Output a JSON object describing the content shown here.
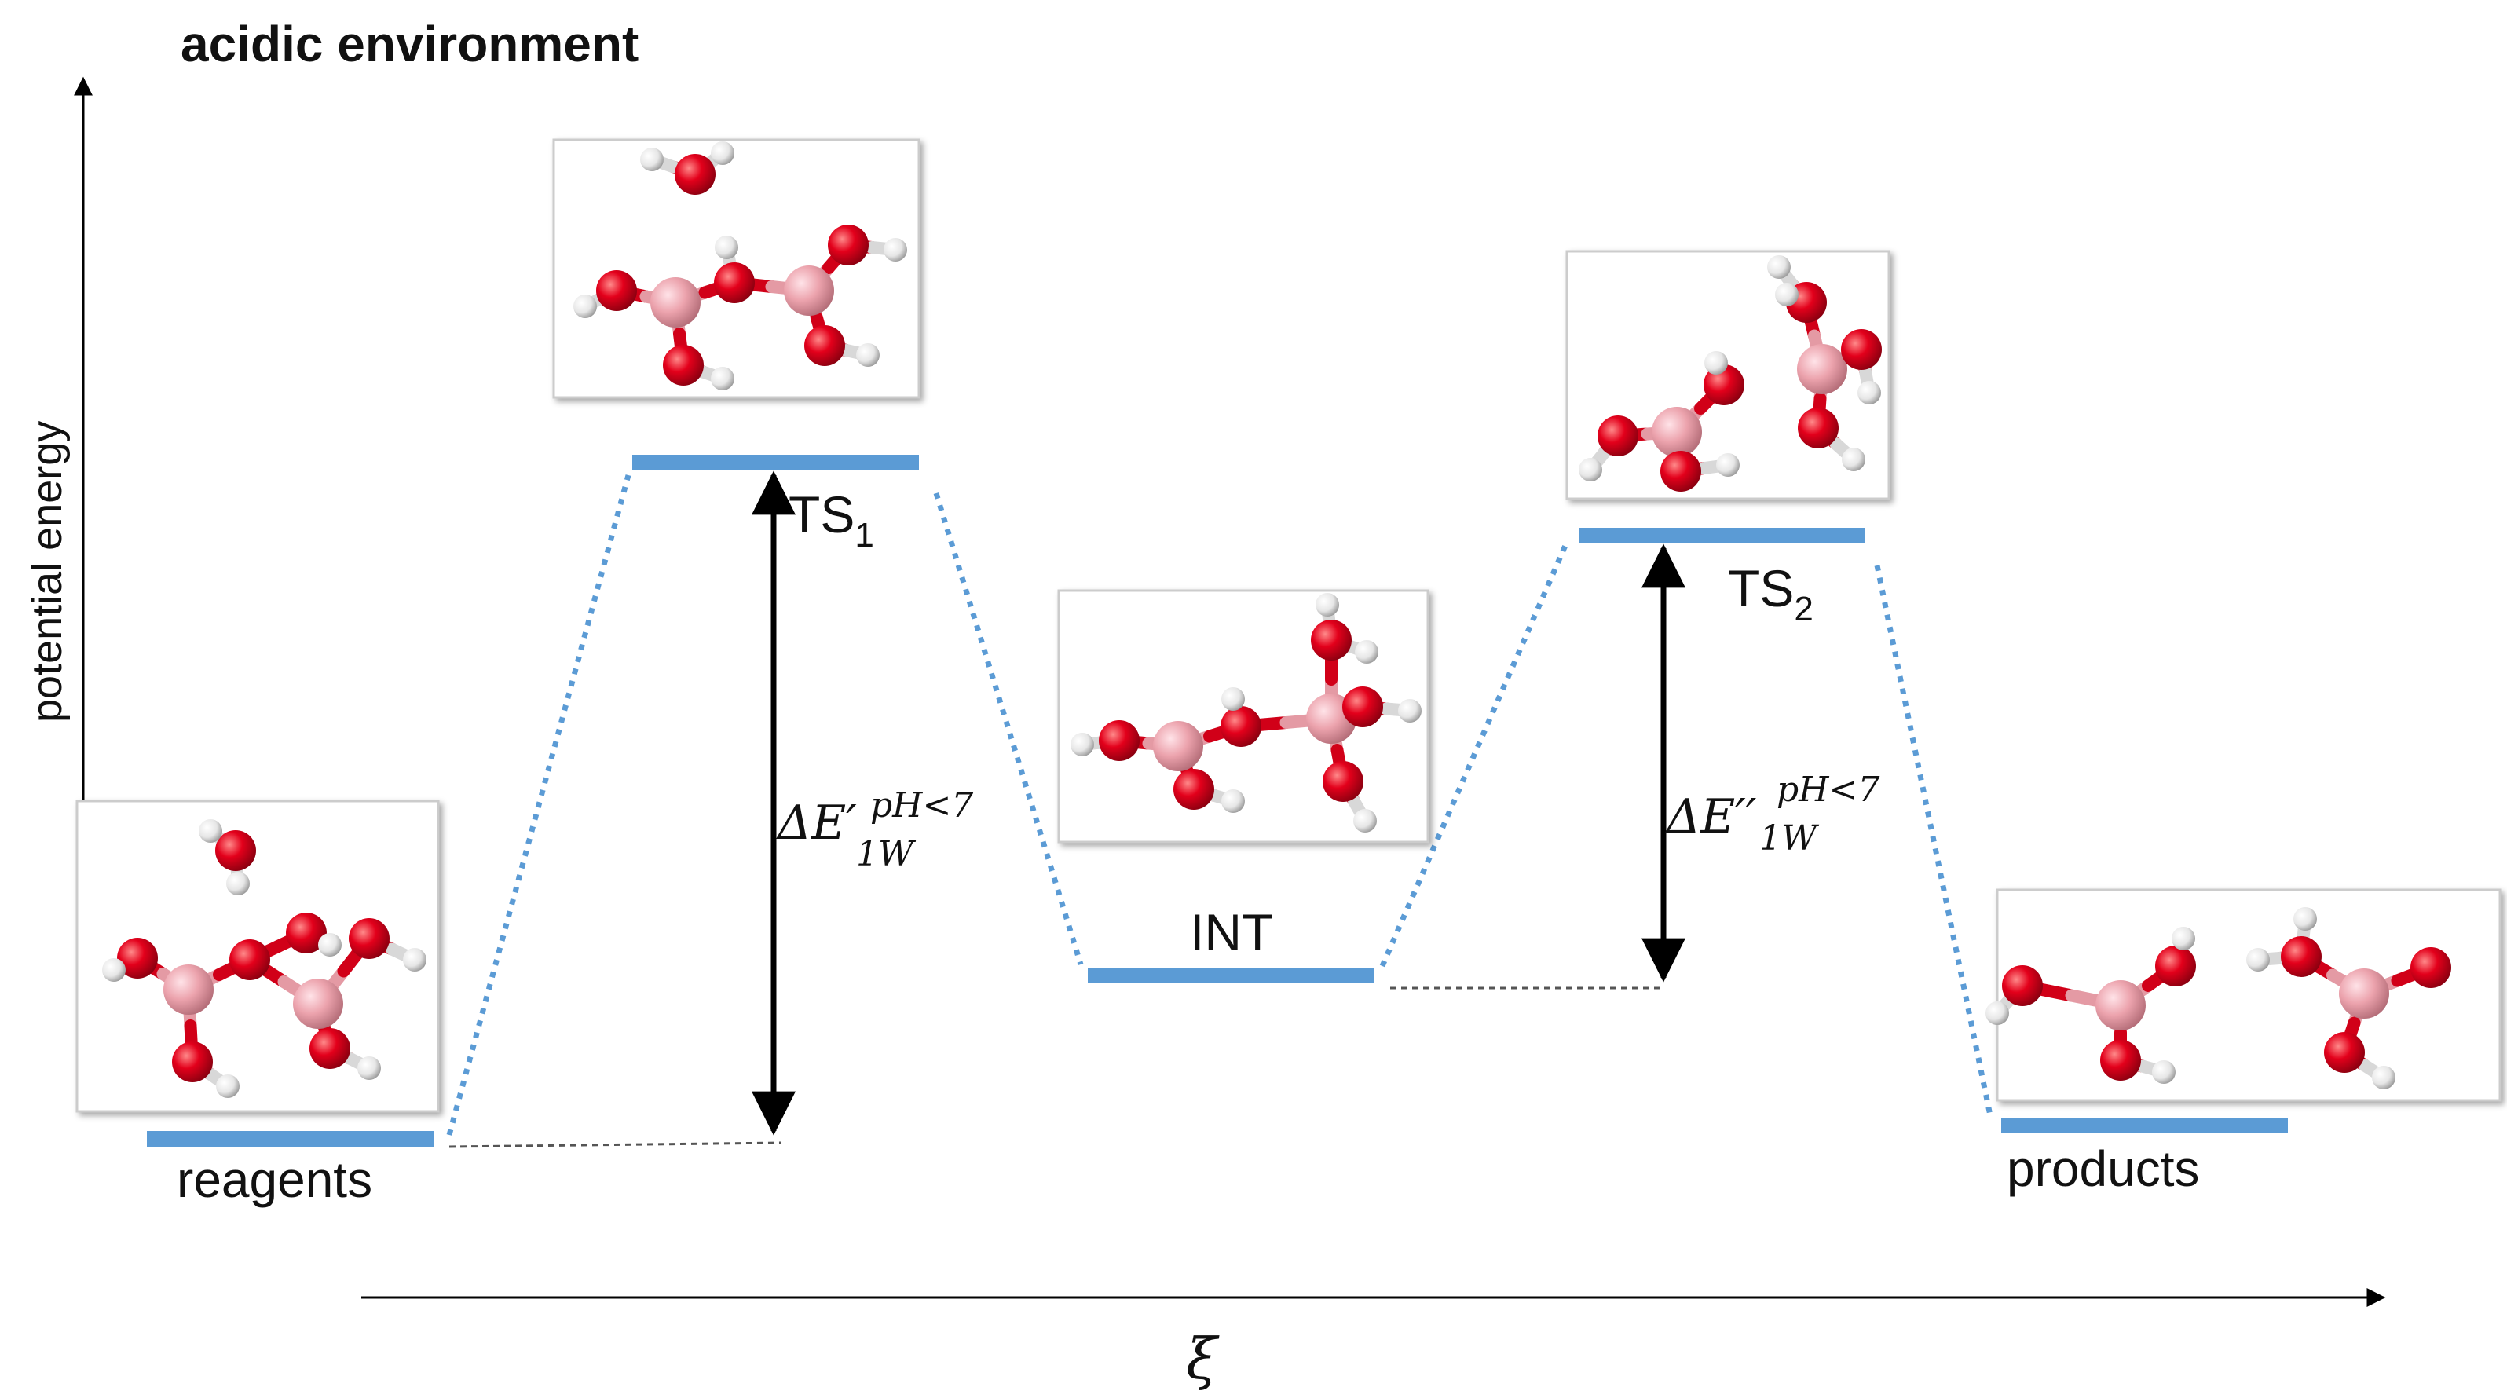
{
  "title": "acidic environment",
  "y_axis_label": "potential energy",
  "x_axis_label": "ξ",
  "states": {
    "reagents": "reagents",
    "ts1_main": "TS",
    "ts1_sub": "1",
    "int": "INT",
    "ts2_main": "TS",
    "ts2_sub": "2",
    "products": "products"
  },
  "barriers": {
    "first": {
      "base": "ΔE′",
      "sup": "pH<7",
      "sub": "1W"
    },
    "second": {
      "base": "ΔE′′",
      "sup": "pH<7",
      "sub": "1W"
    }
  },
  "colors": {
    "level": "#5b9bd5",
    "connector": "#5b9bd5",
    "oxygen": "#e3001b",
    "boron": "#f0a8b0",
    "hydrogen": "#f2f2f2",
    "arrow": "#000000"
  },
  "icons": {
    "molecule": "ball-and-stick-molecule"
  }
}
